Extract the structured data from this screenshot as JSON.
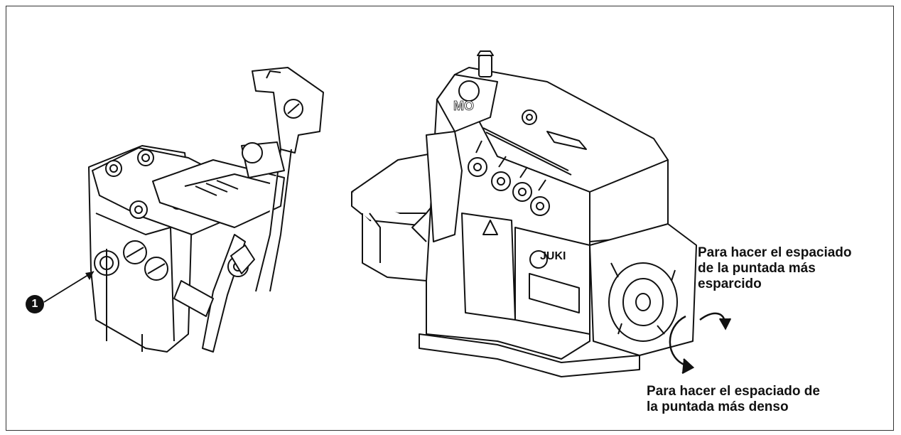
{
  "callout": {
    "number": "1"
  },
  "machine": {
    "brand": "JUKI",
    "model_mark": "MO"
  },
  "labels": {
    "sparse_line1": "Para hacer el espaciado",
    "sparse_line2": "de la puntada más",
    "sparse_line3": "esparcido",
    "dense_line1": "Para hacer el espaciado de",
    "dense_line2": "la puntada más denso"
  },
  "colors": {
    "ink": "#111111",
    "frame": "#333333",
    "background": "#ffffff"
  }
}
